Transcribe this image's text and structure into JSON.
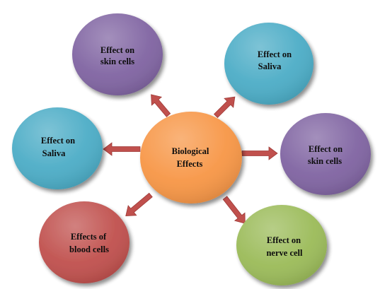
{
  "diagram": {
    "center": {
      "line1": "Biological",
      "line2": "Effects",
      "color": "#F79646"
    },
    "nodes": [
      {
        "line1": "Effect on",
        "line2": "skin cells",
        "color": "#8064A2"
      },
      {
        "line1": "Effect on",
        "line2": "Saliva",
        "color": "#4BACC6"
      },
      {
        "line1": "Effect on",
        "line2": "Saliva",
        "color": "#4BACC6"
      },
      {
        "line1": "Effect on",
        "line2": "skin cells",
        "color": "#8064A2"
      },
      {
        "line1": "Effects of",
        "line2": "blood cells",
        "color": "#C0504D"
      },
      {
        "line1": "Effect on",
        "line2": "nerve cell",
        "color": "#9BBB59"
      }
    ],
    "arrow_color": "#C0504D"
  }
}
